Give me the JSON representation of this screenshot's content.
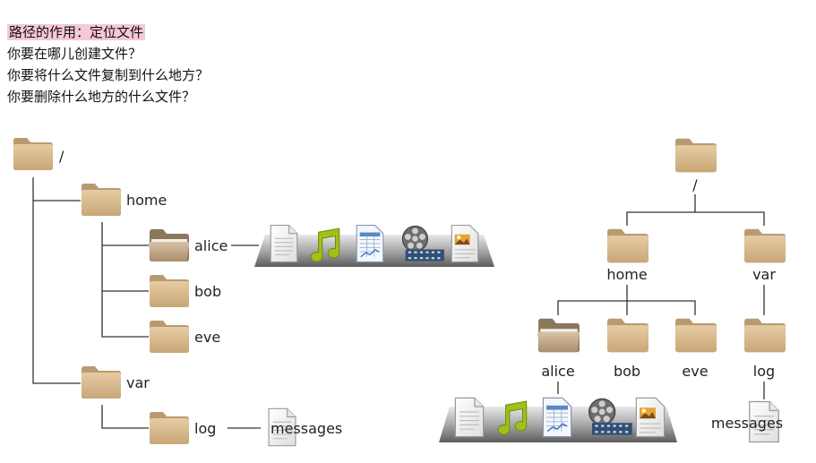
{
  "intro": {
    "title": "路径的作用：定位文件",
    "questions": [
      "你要在哪儿创建文件？",
      "你要将什么文件复制到什么地方？",
      "你要删除什么地方的什么文件？"
    ]
  },
  "tree_left": {
    "root": "/",
    "home": "home",
    "alice": "alice",
    "bob": "bob",
    "eve": "eve",
    "var": "var",
    "log": "log",
    "messages": "messages"
  },
  "tree_right": {
    "root": "/",
    "home": "home",
    "var": "var",
    "alice": "alice",
    "bob": "bob",
    "eve": "eve",
    "log": "log",
    "messages": "messages"
  },
  "file_shelf_icons": [
    "document-icon",
    "music-icon",
    "spreadsheet-icon",
    "film-reel-icon",
    "image-document-icon"
  ],
  "colors": {
    "folder": "#d8b98f",
    "folder_dark": "#b99a70",
    "open_folder": "#b39b7c",
    "line": "#333333",
    "highlight": "#f6c8d8",
    "music": "#9ec21a"
  }
}
